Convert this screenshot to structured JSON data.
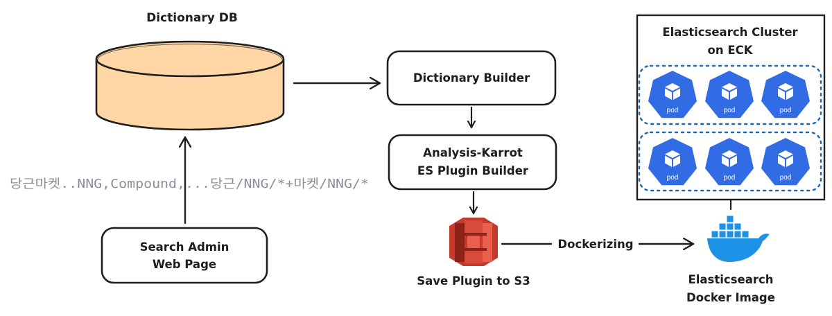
{
  "colors": {
    "db_fill": "#ffd6a5",
    "stroke": "#1e1e1e",
    "k8s_blue": "#326ce5",
    "s3_red": "#d84b3c",
    "docker_blue": "#1d91e6",
    "cluster_dash": "#1967b2",
    "sample_text": "#8a8f98"
  },
  "dictionary_db": {
    "title": "Dictionary DB",
    "icon": "database-cylinder"
  },
  "sample_entry": "당근마켓..NNG,Compound,...당근/NNG/*+마켓/NNG/*",
  "search_admin": {
    "line1": "Search Admin",
    "line2": "Web Page"
  },
  "dictionary_builder": {
    "label": "Dictionary Builder"
  },
  "plugin_builder": {
    "line1": "Analysis-Karrot",
    "line2": "ES Plugin Builder"
  },
  "s3": {
    "label": "Save Plugin to S3",
    "icon": "aws-s3-bucket-icon"
  },
  "dockerize": {
    "label": "Dockerizing"
  },
  "docker_image": {
    "line1": "Elasticsearch",
    "line2": "Docker Image",
    "icon": "docker-whale-icon"
  },
  "cluster": {
    "line1": "Elasticsearch Cluster",
    "line2": "on ECK",
    "pod_label": "pod",
    "pod_icon": "kubernetes-pod-icon"
  }
}
